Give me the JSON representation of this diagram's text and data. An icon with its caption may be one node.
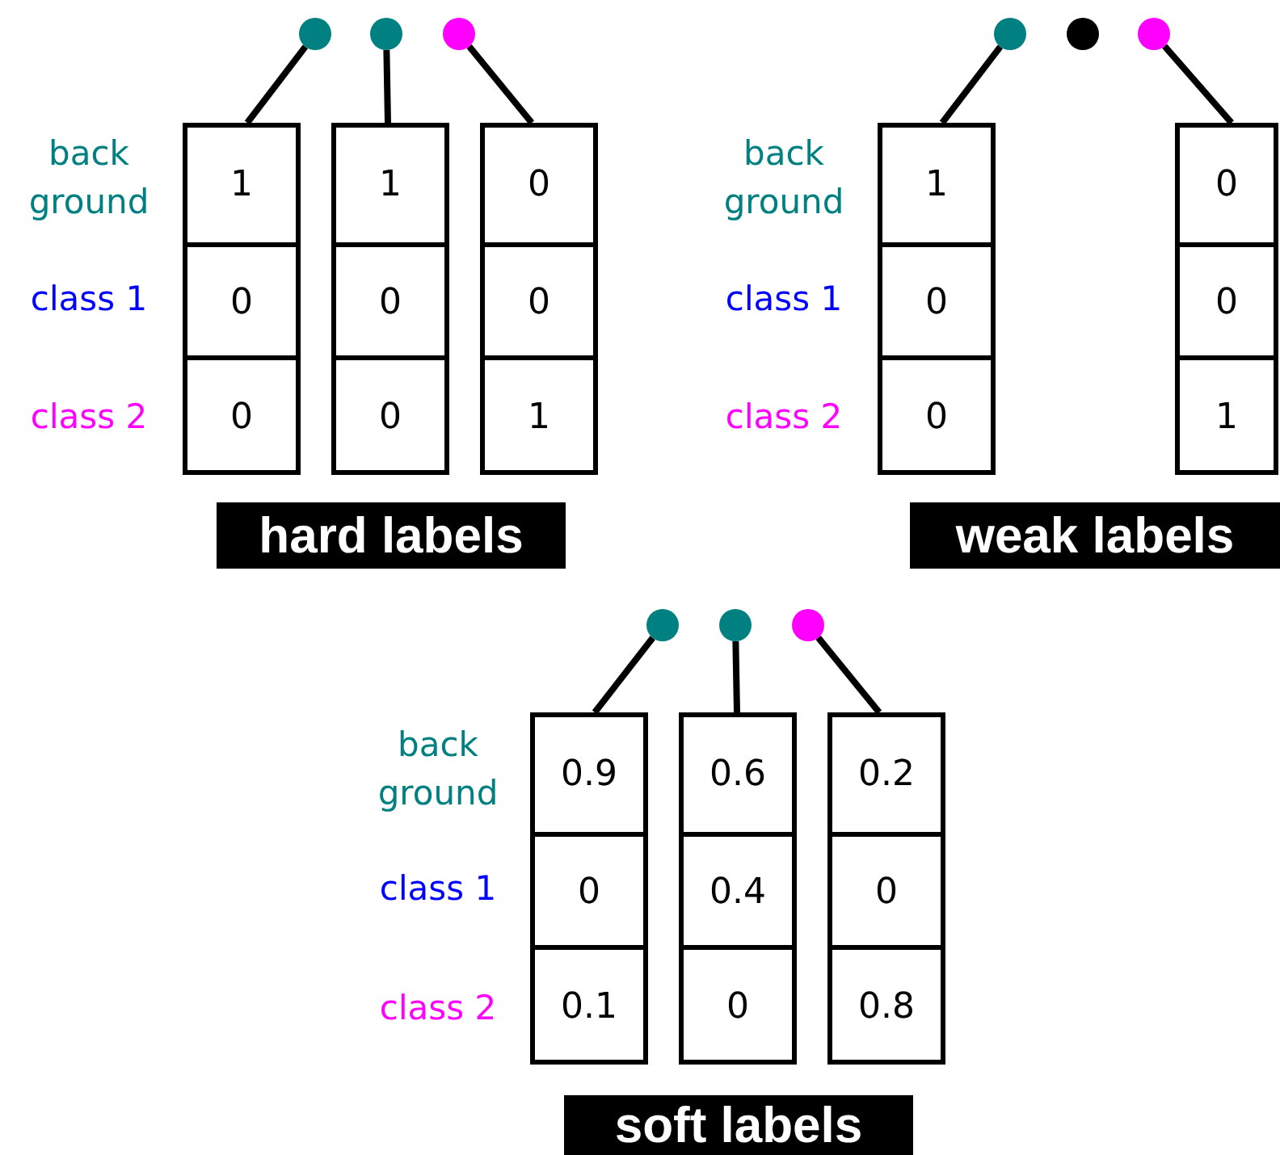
{
  "diagram": {
    "nodes": [
      {
        "text": [],
        "shape": "circle"
      },
      {
        "text": [],
        "shape": "circle"
      },
      {
        "text": [],
        "shape": "circle"
      },
      {
        "text": [],
        "shape": "box"
      },
      {
        "text": [
          "1"
        ],
        "in": 3
      },
      {
        "text": [
          "0"
        ],
        "in": 3
      },
      {
        "text": [
          "0"
        ],
        "in": 3
      },
      {
        "text": [],
        "shape": "box"
      },
      {
        "text": [
          "1"
        ],
        "in": 7
      },
      {
        "text": [
          "0"
        ],
        "in": 7
      },
      {
        "text": [
          "0"
        ],
        "in": 7
      },
      {
        "text": [],
        "shape": "box"
      },
      {
        "text": [
          "0"
        ],
        "in": 11
      },
      {
        "text": [
          "0"
        ],
        "in": 11
      },
      {
        "text": [
          "1"
        ],
        "in": 11
      },
      {
        "text": [],
        "shape": "circle"
      },
      {
        "text": [],
        "shape": "circle"
      },
      {
        "text": [],
        "shape": "circle"
      },
      {
        "text": [],
        "shape": "box"
      },
      {
        "text": [
          "1"
        ],
        "in": 18
      },
      {
        "text": [
          "0"
        ],
        "in": 18
      },
      {
        "text": [
          "0"
        ],
        "in": 18
      },
      {
        "text": [],
        "shape": "box"
      },
      {
        "text": [
          "0"
        ],
        "in": 22
      },
      {
        "text": [
          "0"
        ],
        "in": 22
      },
      {
        "text": [
          "1"
        ],
        "in": 22
      },
      {
        "text": [],
        "shape": "circle"
      },
      {
        "text": [],
        "shape": "circle"
      },
      {
        "text": [],
        "shape": "circle"
      },
      {
        "text": [],
        "shape": "box"
      },
      {
        "text": [
          "0.9"
        ],
        "in": 29
      },
      {
        "text": [
          "0"
        ],
        "in": 29
      },
      {
        "text": [
          "0.1"
        ],
        "in": 29
      },
      {
        "text": [],
        "shape": "box"
      },
      {
        "text": [
          "0.6"
        ],
        "in": 33
      },
      {
        "text": [
          "0.4"
        ],
        "in": 33
      },
      {
        "text": [
          "0"
        ],
        "in": 33
      },
      {
        "text": [],
        "shape": "box"
      },
      {
        "text": [
          "0.2"
        ],
        "in": 37
      },
      {
        "text": [
          "0"
        ],
        "in": 37
      },
      {
        "text": [
          "0.8"
        ],
        "in": 37
      }
    ],
    "edges": [
      {
        "from": 0,
        "to": 3,
        "arrow": "none"
      },
      {
        "from": 1,
        "to": 7,
        "arrow": "none"
      },
      {
        "from": 2,
        "to": 11,
        "arrow": "none"
      },
      {
        "from": 15,
        "to": 18,
        "arrow": "none"
      },
      {
        "from": 17,
        "to": 22,
        "arrow": "none"
      },
      {
        "from": 26,
        "to": 29,
        "arrow": "none"
      },
      {
        "from": 27,
        "to": 33,
        "arrow": "none"
      },
      {
        "from": 28,
        "to": 37,
        "arrow": "none"
      }
    ],
    "labels": [
      "back ground",
      "class 1",
      "class 2",
      "hard labels",
      "back ground",
      "class 1",
      "class 2",
      "weak labels",
      "back ground",
      "class 1",
      "class 2",
      "soft labels"
    ]
  }
}
